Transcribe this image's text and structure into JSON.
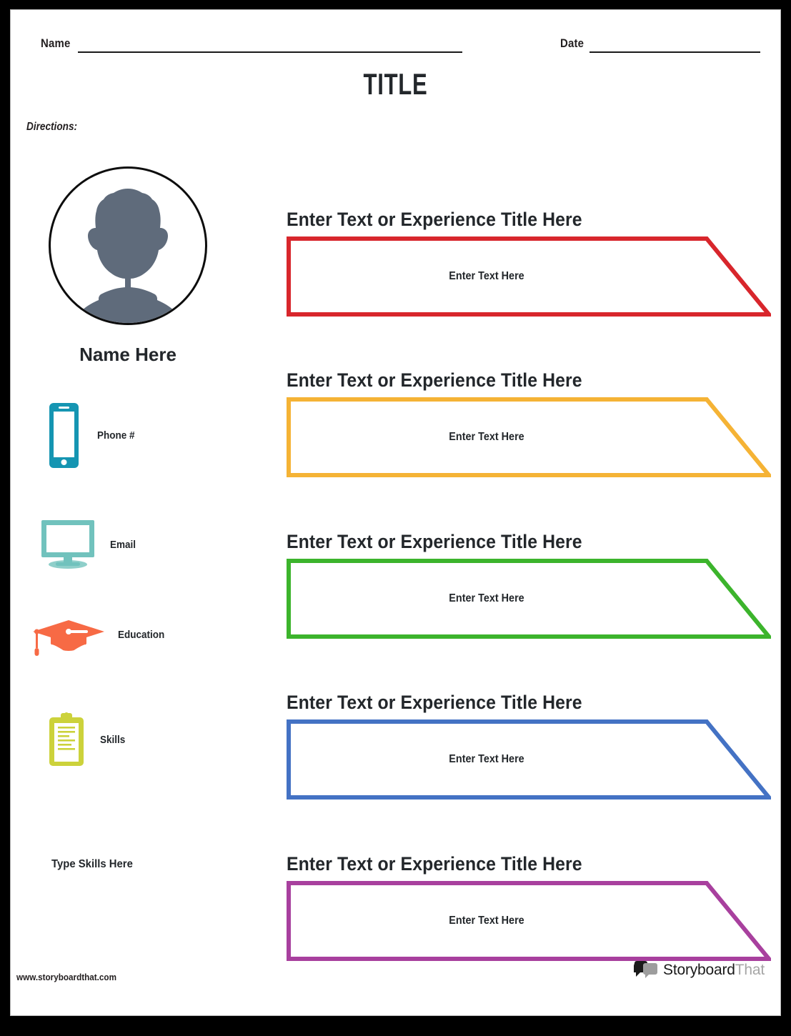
{
  "document": {
    "type": "worksheet",
    "orientation": "portrait"
  },
  "header": {
    "name_label": "Name",
    "date_label": "Date",
    "title": "TITLE",
    "directions_label": "Directions:"
  },
  "profile": {
    "avatar_icon": "person-silhouette-icon",
    "avatar_color": "#5f6b7b",
    "name_placeholder": "Name Here"
  },
  "contacts": [
    {
      "key": "phone",
      "icon": "mobile-phone-icon",
      "label": "Phone #",
      "color": "#1595b2"
    },
    {
      "key": "email",
      "icon": "monitor-icon",
      "label": "Email",
      "color": "#71c2bd"
    },
    {
      "key": "education",
      "icon": "graduation-cap-icon",
      "label": "Education",
      "color": "#f76a45"
    },
    {
      "key": "skills",
      "icon": "clipboard-icon",
      "label": "Skills",
      "color": "#ccd23b"
    }
  ],
  "skills_prompt": "Type Skills Here",
  "experiences": [
    {
      "title": "Enter Text or Experience Title Here",
      "body": "Enter Text Here",
      "color": "#d8262c"
    },
    {
      "title": "Enter Text or Experience Title Here",
      "body": "Enter Text Here",
      "color": "#f5b335"
    },
    {
      "title": "Enter Text or Experience Title Here",
      "body": "Enter Text Here",
      "color": "#3cb42c"
    },
    {
      "title": "Enter Text or Experience Title Here",
      "body": "Enter Text Here",
      "color": "#4472c4"
    },
    {
      "title": "Enter Text or Experience Title Here",
      "body": "Enter Text Here",
      "color": "#a8409e"
    }
  ],
  "footer": {
    "url": "www.storyboardthat.com",
    "logo_icon": "speech-bubbles-icon",
    "logo_word_primary": "Storyboard",
    "logo_word_secondary": "That"
  },
  "colors": {
    "page_background": "#ffffff",
    "page_border": "#000000",
    "text": "#23272b"
  }
}
